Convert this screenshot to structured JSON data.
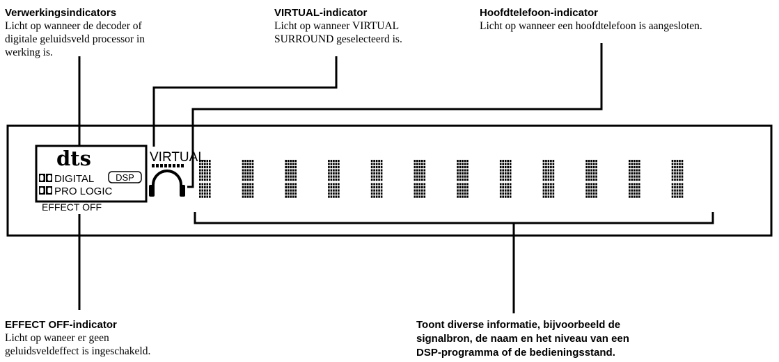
{
  "callouts": {
    "processing": {
      "title": "Verwerkingsindicators",
      "lines": [
        "Licht op wanneer de decoder of",
        "digitale geluidsveld processor in",
        "werking is."
      ]
    },
    "virtual": {
      "title": "VIRTUAL-indicator",
      "lines": [
        "Licht op wanneer VIRTUAL",
        "SURROUND geselecteerd is."
      ]
    },
    "headphone": {
      "title": "Hoofdtelefoon-indicator",
      "lines": [
        "Licht op wanneer een hoofdtelefoon is aangesloten."
      ]
    },
    "effect_off": {
      "title": "EFFECT OFF-indicator",
      "lines": [
        "Licht op waneer er geen",
        "geluidsveldeffect is ingeschakeld."
      ]
    },
    "info": {
      "lines": [
        "Toont diverse informatie, bijvoorbeeld de",
        "signalbron,  de naam en het niveau van een",
        "DSP-programma of de bedieningsstand."
      ]
    }
  },
  "display": {
    "dts_logo": "dts",
    "virtual_label": "VIRTUAL",
    "digital_label": "DIGITAL",
    "dsp_label": "DSP",
    "pro_logic_label": "PRO LOGIC",
    "effect_off_label": "EFFECT OFF",
    "char_cells": 12
  }
}
